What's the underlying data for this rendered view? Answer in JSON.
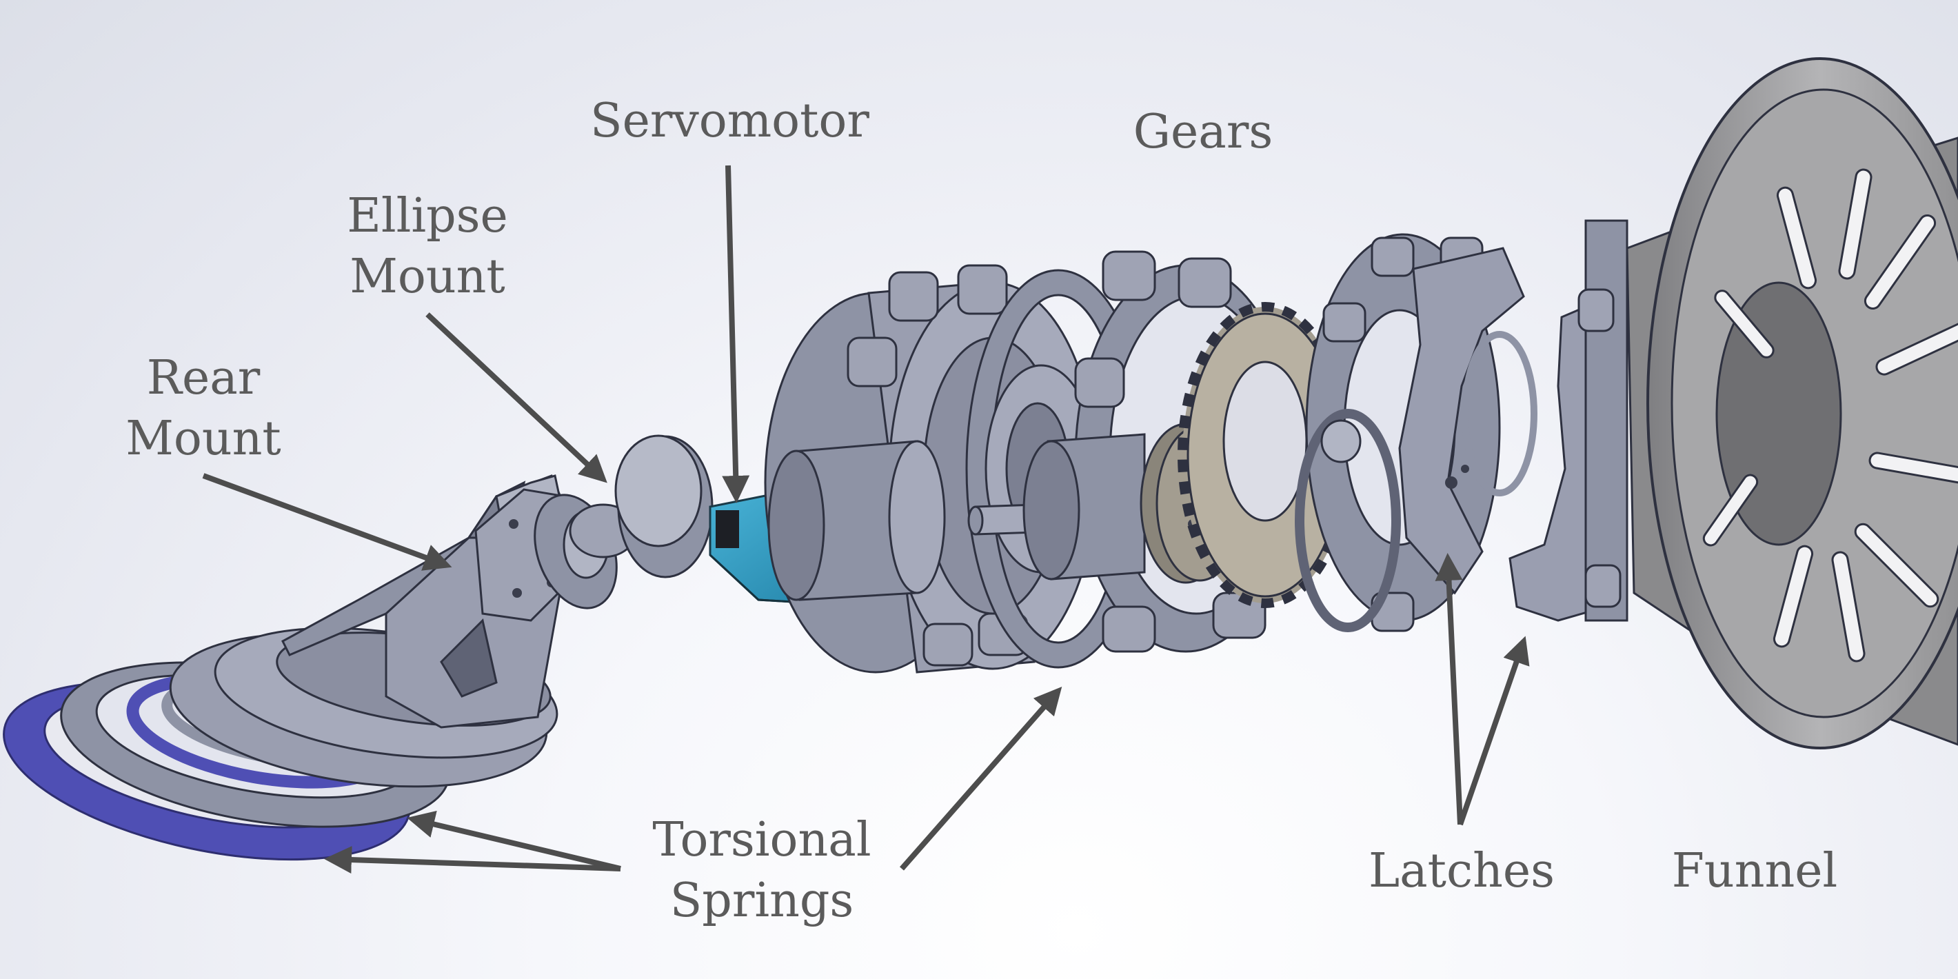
{
  "labels": {
    "servomotor": "Servomotor",
    "gears": "Gears",
    "ellipse_mount": [
      "Ellipse",
      "Mount"
    ],
    "rear_mount": [
      "Rear",
      "Mount"
    ],
    "torsional_springs": [
      "Torsional",
      "Springs"
    ],
    "latches": "Latches",
    "funnel": "Funnel"
  },
  "colors": {
    "part_body": "#8e93a5",
    "part_light": "#b1b5c4",
    "part_dark": "#5f6375",
    "outline": "#2e3140",
    "servo_blue": "#2f9ac0",
    "spring_blue": "#4f4fb4",
    "gear_tan": "#a39d90",
    "funnel_gray": "#9c9c9e",
    "arrow": "#4d4d4d",
    "label": "#5b5b5b"
  }
}
